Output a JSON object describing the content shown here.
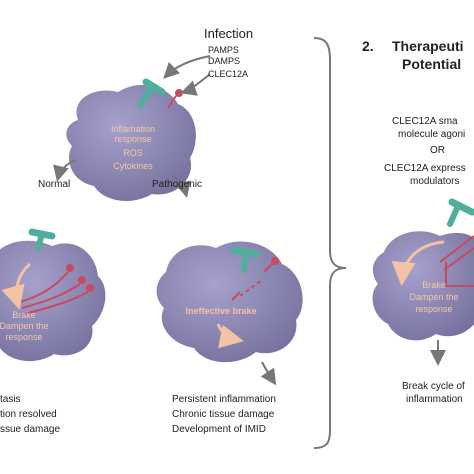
{
  "infection": {
    "title": "Infection",
    "signals": [
      "PAMPS",
      "DAMPS",
      "CLEC12A"
    ]
  },
  "top_cell": {
    "lines": [
      "Inflamation",
      "response",
      "ROS",
      "Cytokines"
    ]
  },
  "branches": {
    "normal": "Normal",
    "pathogenic": "Pathogenic"
  },
  "normal_cell": {
    "lines": [
      "Brake",
      "Dampen the",
      "response"
    ]
  },
  "normal_outcomes": [
    "tasis",
    "tion resolved",
    "ssue damage"
  ],
  "pathogenic_cell": {
    "label": "Ineffective brake"
  },
  "pathogenic_outcomes": [
    "Persistent inflammation",
    "Chronic tissue damage",
    "Development of IMID"
  ],
  "therapeutic": {
    "number": "2.",
    "title_line1": "Therapeuti",
    "title_line2": "Potential",
    "option1_line1": "CLEC12A sma",
    "option1_line2": "molecule agoni",
    "or": "OR",
    "option2_line1": "CLEC12A express",
    "option2_line2": "modulators",
    "cell_lines": [
      "Brake",
      "Dampen the",
      "response"
    ],
    "outcome_line1": "Break cycle of",
    "outcome_line2": "inflammation"
  },
  "colors": {
    "cell": "#8e89b8",
    "cell_dark": "#6f6a9c",
    "receptor": "#4fae9e",
    "ligand": "#c94a5e",
    "cell_text": "#f3c7a8",
    "arrow": "#777777"
  }
}
